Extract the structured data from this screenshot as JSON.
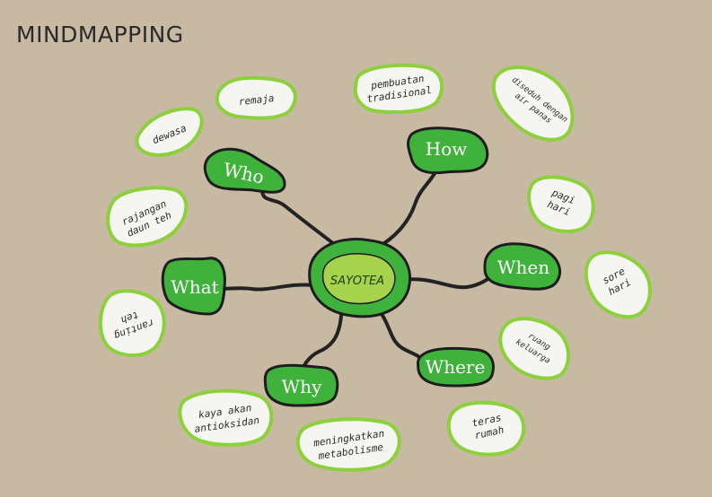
{
  "title": "MINDMAPPING",
  "center": {
    "label": "SAYOTEA"
  },
  "branches": {
    "who": "Who",
    "how": "How",
    "what": "What",
    "when": "When",
    "where": "Where",
    "why": "Why"
  },
  "leaves": {
    "remaja": "remaja",
    "dewasa": "dewasa",
    "pembuatan_1": "pembuatan",
    "pembuatan_2": "tradisional",
    "diseduh_1": "diseduh dengan",
    "diseduh_2": "air panas",
    "rajangan_1": "rajangan",
    "rajangan_2": "daun teh",
    "pagi_1": "pagi",
    "pagi_2": "hari",
    "sore_1": "sore",
    "sore_2": "hari",
    "ranting_1": "ranting",
    "ranting_2": "teh",
    "ruang_1": "ruang",
    "ruang_2": "keluarga",
    "kaya_1": "kaya akan",
    "kaya_2": "antioksidan",
    "meningkatkan_1": "meningkatkan",
    "meningkatkan_2": "metabolisme",
    "teras_1": "teras",
    "teras_2": "rumah"
  },
  "colors": {
    "background": "#c8b9a3",
    "branch_fill": "#3fb23c",
    "center_outer": "#3fb23c",
    "center_inner": "#a6d24c",
    "leaf_fill": "#f5f5f2",
    "leaf_border": "#8cd13c",
    "connector": "#222222"
  }
}
